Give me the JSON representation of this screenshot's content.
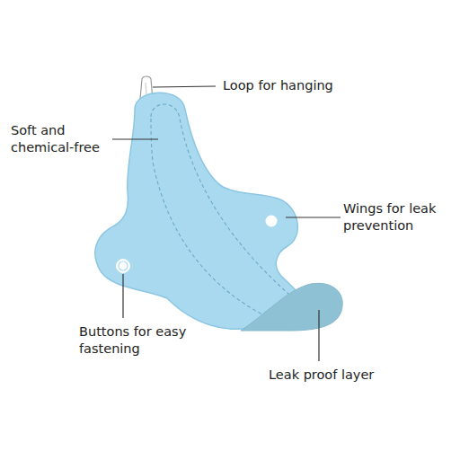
{
  "diagram": {
    "labels": [
      "Loop for hanging",
      "Soft and chemical-free",
      "Wings for leak prevention",
      "Buttons for easy fastening",
      "Leak proof layer"
    ]
  }
}
